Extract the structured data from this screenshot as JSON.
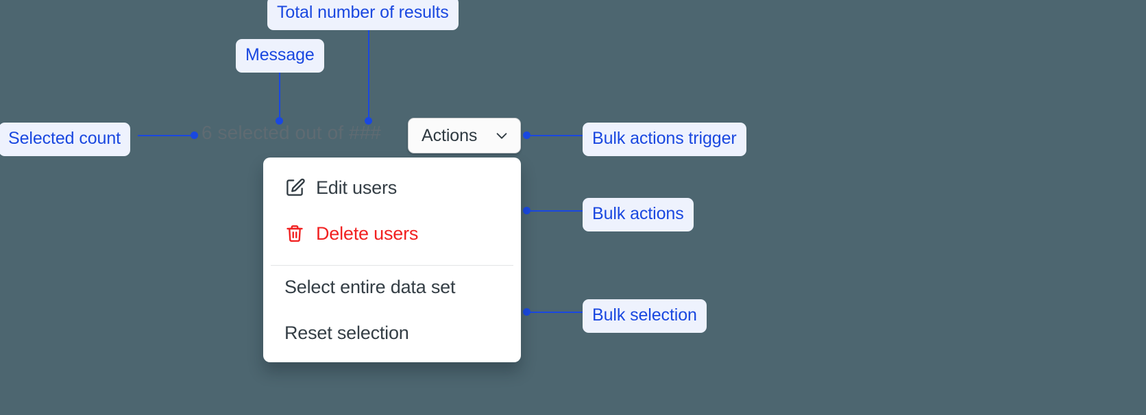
{
  "canvas": {
    "background_color": "#4d6670",
    "annotation_color": "#1a48e0",
    "annotation_bg_color": "#eef2fd"
  },
  "selection_bar": {
    "message": "6 selected out of ###",
    "selected_count": "6",
    "total_results_placeholder": "###"
  },
  "actions_trigger": {
    "label": "Actions",
    "chevron_icon": "chevron-down-icon"
  },
  "dropdown_menu": {
    "groups": [
      {
        "name": "bulk-actions",
        "items": [
          {
            "label": "Edit users",
            "icon": "edit-pencil-square-icon",
            "danger": false
          },
          {
            "label": "Delete users",
            "icon": "trash-icon",
            "danger": true,
            "color": "#f12121"
          }
        ]
      },
      {
        "name": "bulk-selection",
        "items": [
          {
            "label": "Select entire data set",
            "icon": "",
            "danger": false
          },
          {
            "label": "Reset selection",
            "icon": "",
            "danger": false
          }
        ]
      }
    ]
  },
  "annotations": [
    {
      "id": "total-number-of-results",
      "label": "Total number of results"
    },
    {
      "id": "message",
      "label": "Message"
    },
    {
      "id": "selected-count",
      "label": "Selected count"
    },
    {
      "id": "bulk-actions-trigger",
      "label": "Bulk actions trigger"
    },
    {
      "id": "bulk-actions",
      "label": "Bulk actions"
    },
    {
      "id": "bulk-selection",
      "label": "Bulk selection"
    }
  ]
}
